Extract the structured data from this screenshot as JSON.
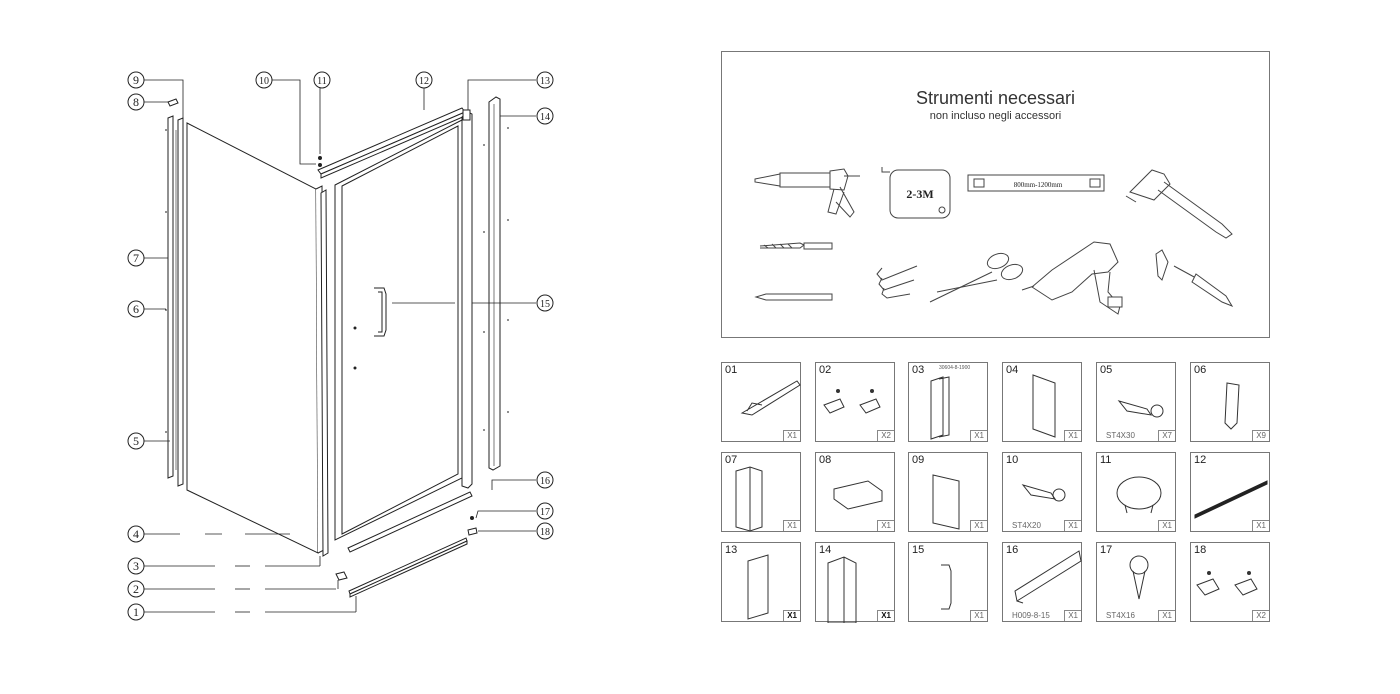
{
  "diagram": {
    "callouts": [
      "1",
      "2",
      "3",
      "4",
      "5",
      "6",
      "7",
      "8",
      "9",
      "10",
      "11",
      "12",
      "13",
      "14",
      "15",
      "16",
      "17",
      "18"
    ]
  },
  "tools": {
    "title": "Strumenti necessari",
    "subtitle": "non incluso negli accessori",
    "tape_label": "2-3M",
    "level_label": "800mm-1200mm"
  },
  "parts": [
    {
      "num": "01",
      "qty": "X1",
      "spec": "",
      "code": ""
    },
    {
      "num": "02",
      "qty": "X2",
      "spec": "",
      "code": ""
    },
    {
      "num": "03",
      "qty": "X1",
      "spec": "",
      "code": "30604-8-1900"
    },
    {
      "num": "04",
      "qty": "X1",
      "spec": "",
      "code": ""
    },
    {
      "num": "05",
      "qty": "X7",
      "spec": "ST4X30",
      "code": ""
    },
    {
      "num": "06",
      "qty": "X9",
      "spec": "",
      "code": ""
    },
    {
      "num": "07",
      "qty": "X1",
      "spec": "",
      "code": ""
    },
    {
      "num": "08",
      "qty": "X1",
      "spec": "",
      "code": ""
    },
    {
      "num": "09",
      "qty": "X1",
      "spec": "",
      "code": ""
    },
    {
      "num": "10",
      "qty": "X1",
      "spec": "ST4X20",
      "code": ""
    },
    {
      "num": "11",
      "qty": "X1",
      "spec": "",
      "code": ""
    },
    {
      "num": "12",
      "qty": "X1",
      "spec": "",
      "code": ""
    },
    {
      "num": "13",
      "qty": "X1",
      "spec": "",
      "code": ""
    },
    {
      "num": "14",
      "qty": "X1",
      "spec": "",
      "code": ""
    },
    {
      "num": "15",
      "qty": "X1",
      "spec": "",
      "code": ""
    },
    {
      "num": "16",
      "qty": "X1",
      "spec": "H009-8-15",
      "code": ""
    },
    {
      "num": "17",
      "qty": "X1",
      "spec": "ST4X16",
      "code": ""
    },
    {
      "num": "18",
      "qty": "X2",
      "spec": "",
      "code": ""
    }
  ]
}
